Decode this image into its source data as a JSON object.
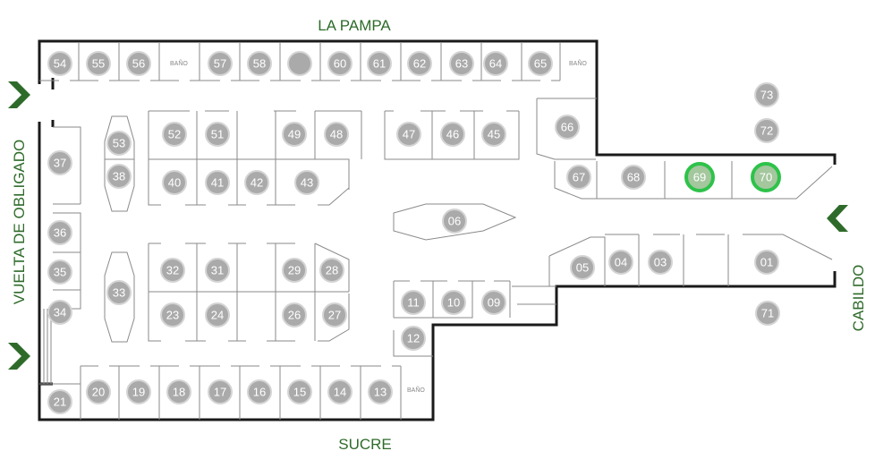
{
  "streets": {
    "top": "LA PAMPA",
    "bottom": "SUCRE",
    "left": "VUELTA DE OBLIGADO",
    "right": "CABILDO"
  },
  "bano_label": "BAÑO",
  "colors": {
    "street_text": "#2e6b2a",
    "stall_fill": "#aaaaaa",
    "highlight_ring": "#2ec24a",
    "highlight_fill": "#a4c79e",
    "wall": "#1a1a1a"
  },
  "icons": [
    "chevron-right-icon",
    "chevron-left-icon"
  ],
  "stalls": [
    {
      "id": "01",
      "highlight": false
    },
    {
      "id": "03",
      "highlight": false
    },
    {
      "id": "04",
      "highlight": false
    },
    {
      "id": "05",
      "highlight": false
    },
    {
      "id": "06",
      "highlight": false
    },
    {
      "id": "09",
      "highlight": false
    },
    {
      "id": "10",
      "highlight": false
    },
    {
      "id": "11",
      "highlight": false
    },
    {
      "id": "12",
      "highlight": false
    },
    {
      "id": "13",
      "highlight": false
    },
    {
      "id": "14",
      "highlight": false
    },
    {
      "id": "15",
      "highlight": false
    },
    {
      "id": "16",
      "highlight": false
    },
    {
      "id": "17",
      "highlight": false
    },
    {
      "id": "18",
      "highlight": false
    },
    {
      "id": "19",
      "highlight": false
    },
    {
      "id": "20",
      "highlight": false
    },
    {
      "id": "21",
      "highlight": false
    },
    {
      "id": "23",
      "highlight": false
    },
    {
      "id": "24",
      "highlight": false
    },
    {
      "id": "26",
      "highlight": false
    },
    {
      "id": "27",
      "highlight": false
    },
    {
      "id": "28",
      "highlight": false
    },
    {
      "id": "29",
      "highlight": false
    },
    {
      "id": "31",
      "highlight": false
    },
    {
      "id": "32",
      "highlight": false
    },
    {
      "id": "33",
      "highlight": false
    },
    {
      "id": "34",
      "highlight": false
    },
    {
      "id": "35",
      "highlight": false
    },
    {
      "id": "36",
      "highlight": false
    },
    {
      "id": "37",
      "highlight": false
    },
    {
      "id": "38",
      "highlight": false
    },
    {
      "id": "40",
      "highlight": false
    },
    {
      "id": "41",
      "highlight": false
    },
    {
      "id": "42",
      "highlight": false
    },
    {
      "id": "43",
      "highlight": false
    },
    {
      "id": "45",
      "highlight": false
    },
    {
      "id": "46",
      "highlight": false
    },
    {
      "id": "47",
      "highlight": false
    },
    {
      "id": "48",
      "highlight": false
    },
    {
      "id": "49",
      "highlight": false
    },
    {
      "id": "51",
      "highlight": false
    },
    {
      "id": "52",
      "highlight": false
    },
    {
      "id": "53",
      "highlight": false
    },
    {
      "id": "54",
      "highlight": false
    },
    {
      "id": "55",
      "highlight": false
    },
    {
      "id": "56",
      "highlight": false
    },
    {
      "id": "57",
      "highlight": false
    },
    {
      "id": "58",
      "highlight": false
    },
    {
      "id": "",
      "highlight": false
    },
    {
      "id": "60",
      "highlight": false
    },
    {
      "id": "61",
      "highlight": false
    },
    {
      "id": "62",
      "highlight": false
    },
    {
      "id": "63",
      "highlight": false
    },
    {
      "id": "64",
      "highlight": false
    },
    {
      "id": "65",
      "highlight": false
    },
    {
      "id": "66",
      "highlight": false
    },
    {
      "id": "67",
      "highlight": false
    },
    {
      "id": "68",
      "highlight": false
    },
    {
      "id": "69",
      "highlight": true
    },
    {
      "id": "70",
      "highlight": true
    },
    {
      "id": "71",
      "highlight": false
    },
    {
      "id": "72",
      "highlight": false
    },
    {
      "id": "73",
      "highlight": false
    }
  ]
}
